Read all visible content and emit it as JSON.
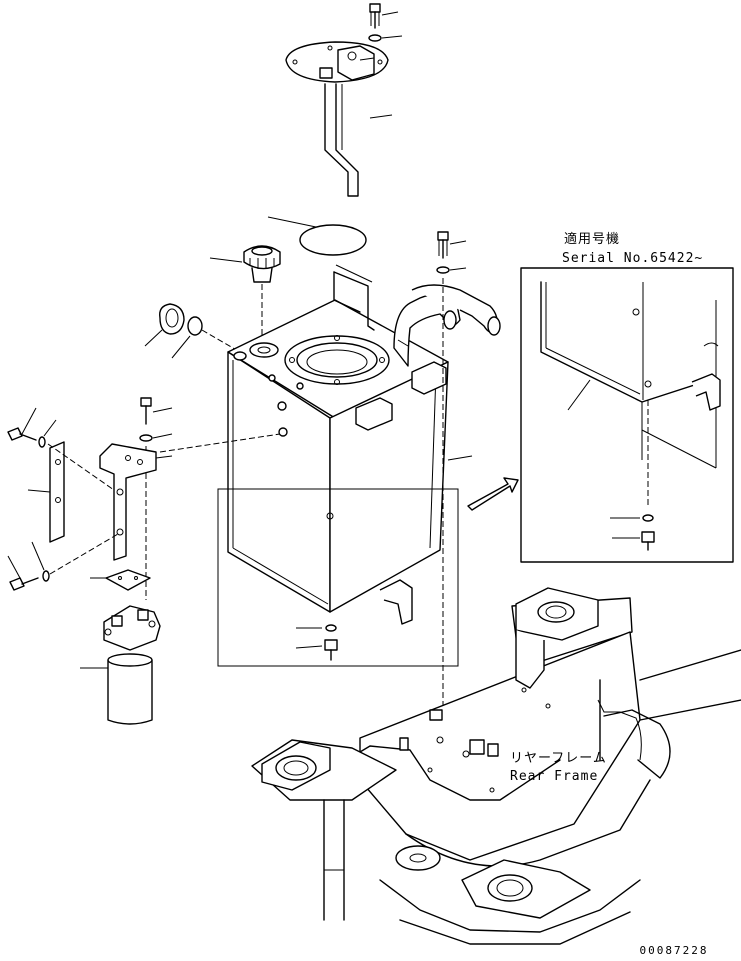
{
  "detail_box": {
    "title_jp": "適用号機",
    "serial_label": "Serial No.65422~"
  },
  "rear_frame": {
    "label_jp": "リヤーフレーム",
    "label_en": "Rear Frame"
  },
  "document_number": "00087228"
}
